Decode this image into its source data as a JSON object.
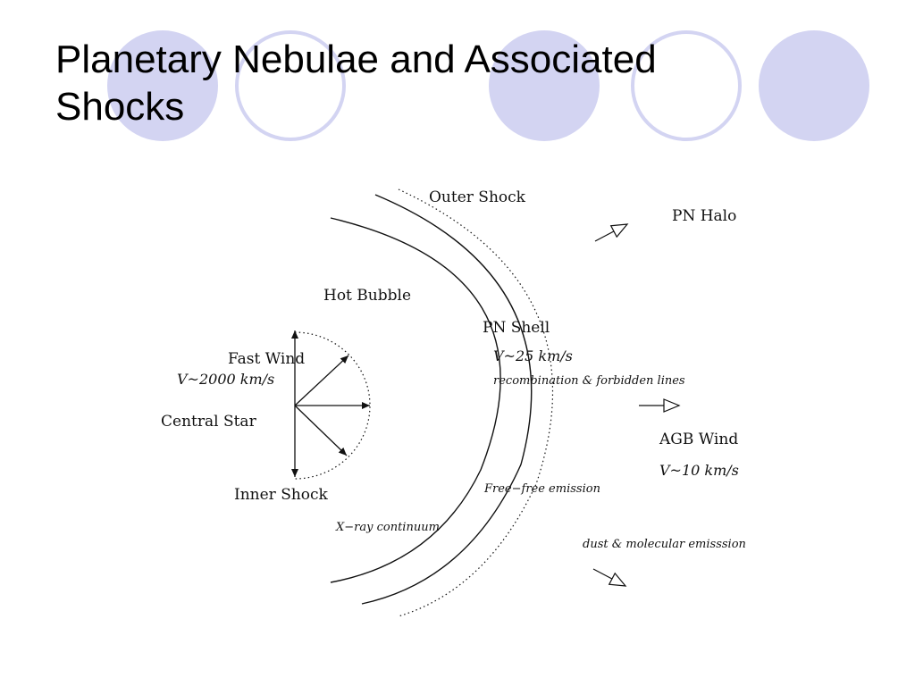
{
  "slide": {
    "title_line1": "Planetary Nebulae and Associated",
    "title_line2": "Shocks",
    "decor": {
      "circle_fill": "#d3d4f2",
      "ring_stroke": "#d3d4f2"
    }
  },
  "diagram": {
    "labels": {
      "outer_shock": "Outer Shock",
      "pn_halo": "PN Halo",
      "hot_bubble": "Hot Bubble",
      "pn_shell": "PN Shell",
      "shell_velocity": "V~25 km/s",
      "recombination": "recombination & forbidden lines",
      "fast_wind": "Fast Wind",
      "fast_wind_velocity": "V~2000 km/s",
      "central_star": "Central Star",
      "agb_wind": "AGB Wind",
      "agb_velocity": "V~10 km/s",
      "inner_shock": "Inner Shock",
      "free_free": "Free−free emission",
      "xray": "X−ray continuum",
      "dust": "dust & molecular emisssion"
    }
  }
}
